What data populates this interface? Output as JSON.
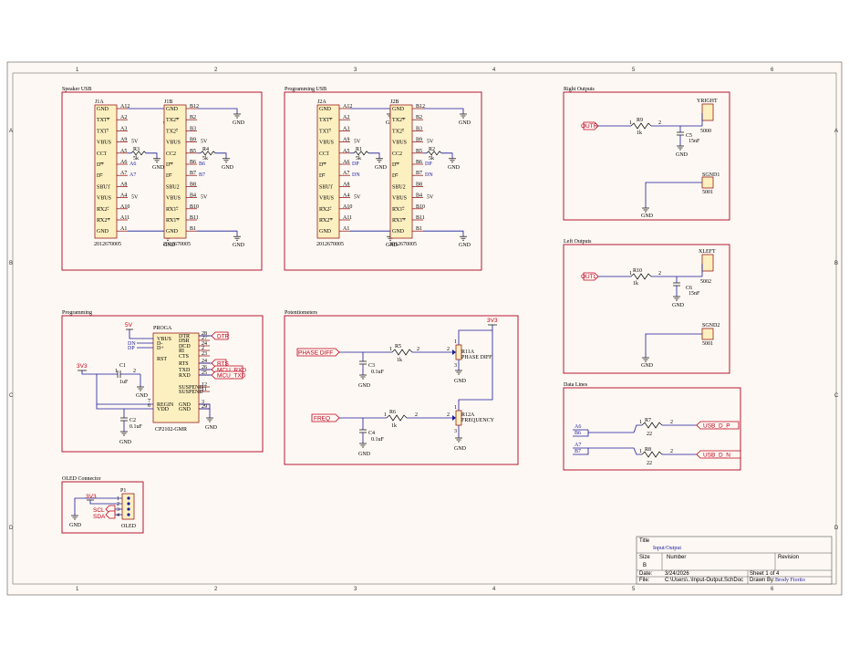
{
  "frame": {
    "cols": [
      "1",
      "2",
      "3",
      "4",
      "5",
      "6"
    ],
    "rows": [
      "A",
      "B",
      "C",
      "D"
    ]
  },
  "sections": {
    "speaker_usb": "Speaker USB",
    "programming_usb": "Programming USB",
    "right_outputs": "Right Outputs",
    "left_outputs": "Left Outputs",
    "programming": "Programming",
    "potentiometers": "Potentiometers",
    "data_lines": "Data Lines",
    "oled_connector": "OLED Connector"
  },
  "usb": {
    "part": "2012670005",
    "left_pins": [
      "GND",
      "TX1+",
      "TX1-",
      "VBUS",
      "CC1",
      "D+",
      "D-",
      "SBU1",
      "VBUS",
      "RX2-",
      "RX2+",
      "GND"
    ],
    "left_nums": [
      "A12",
      "A2",
      "A3",
      "A9",
      "A5",
      "A6",
      "A7",
      "A8",
      "A4",
      "A10",
      "A11",
      "A1"
    ],
    "right_pins": [
      "GND",
      "TX2+",
      "TX2-",
      "VBUS",
      "CC2",
      "D+",
      "D-",
      "SBU2",
      "VBUS",
      "RX1-",
      "RX1+",
      "GND"
    ],
    "right_nums": [
      "B12",
      "B2",
      "B3",
      "B9",
      "B5",
      "B6",
      "B7",
      "B8",
      "B4",
      "B10",
      "B11",
      "B1"
    ],
    "gnd": "GND",
    "v5": "5V",
    "res_val": "5k",
    "j1a": "J1A",
    "j1b": "J1B",
    "j2a": "J2A",
    "j2b": "J2B",
    "r3": "R3",
    "r4": "R4",
    "r1": "R1",
    "r2": "R2",
    "a6": "A6",
    "a7": "A7",
    "b6": "B6",
    "b7": "B7",
    "dp": "DP",
    "dn": "DN"
  },
  "right_out": {
    "port": "OUTR",
    "r": "R9",
    "r_val": "1k",
    "c": "C5",
    "c_val": "15nF",
    "conn": "YRIGHT",
    "conn_num": "5000",
    "sgnd": "SGND1",
    "sgnd_num": "5001",
    "gnd": "GND",
    "p1": "1",
    "p2": "2"
  },
  "left_out": {
    "port": "OUTL",
    "r": "R10",
    "r_val": "1k",
    "c": "C6",
    "c_val": "15nF",
    "conn": "XLEFT",
    "conn_num": "5002",
    "sgnd": "SGND2",
    "sgnd_num": "5001",
    "gnd": "GND",
    "p1": "1",
    "p2": "2"
  },
  "programming": {
    "ic": "PROGA",
    "part": "CP2102-GMR",
    "left_pins": [
      "VBUS",
      "D-",
      "D+",
      "RST",
      "REGIN",
      "VDD"
    ],
    "right_pins": [
      "DTR",
      "DSR",
      "DCD",
      "RI",
      "CTS",
      "RTS",
      "TXD",
      "RXD",
      "SUSPEND",
      "SUSPEND",
      "GND",
      "GND"
    ],
    "right_nums": [
      "28",
      "27",
      "24",
      "2",
      "23",
      "24",
      "26",
      "25",
      "12",
      "11",
      "3",
      "29"
    ],
    "v5": "5V",
    "dn": "DN",
    "dp": "DP",
    "v3": "3V3",
    "c1": "C1",
    "c1_val": "1uF",
    "c2": "C2",
    "c2_val": "0.1uF",
    "gnd": "GND",
    "dtr": "DTR",
    "rts": "RTS",
    "mcu_rxd": "MCU_RXD",
    "mcu_txd": "MCU_TXD",
    "n1": "1",
    "n2": "2",
    "n6": "6",
    "n7": "7"
  },
  "pots": {
    "v3": "3V3",
    "phase_port": "PHASE DIFF",
    "freq_port": "FREQ",
    "r5": "R5",
    "r6": "R6",
    "r_val": "1k",
    "c3": "C3",
    "c4": "C4",
    "c_val": "0.1uF",
    "r11": "R11A",
    "r11_label": "PHASE DIFF",
    "r12": "R12A",
    "r12_label": "FREQUENCY",
    "gnd": "GND",
    "p1": "1",
    "p2": "2",
    "p3": "3"
  },
  "data_lines": {
    "a6": "A6",
    "b6": "B6",
    "a7": "A7",
    "b7": "B7",
    "r7": "R7",
    "r8": "R8",
    "r_val": "22",
    "usb_dp": "USB_D_P",
    "usb_dn": "USB_D_N",
    "p1": "1",
    "p2": "2"
  },
  "oled": {
    "conn": "P1",
    "label": "OLED",
    "v3": "3V3",
    "scl": "SCL",
    "sda": "SDA",
    "gnd": "GND",
    "nums": [
      "1",
      "2",
      "3",
      "4"
    ]
  },
  "title_block": {
    "title_label": "Title",
    "title": "Input/Output",
    "size_label": "Size",
    "size": "B",
    "number_label": "Number",
    "revision_label": "Revision",
    "date_label": "Date:",
    "date": "3/24/2026",
    "file_label": "File:",
    "file": "C:\\Users\\..\\Input-Output.SchDoc",
    "sheet": "Sheet 1 of 4",
    "drawn_label": "Drawn By:",
    "drawn_by": "Brody Fiorito"
  }
}
